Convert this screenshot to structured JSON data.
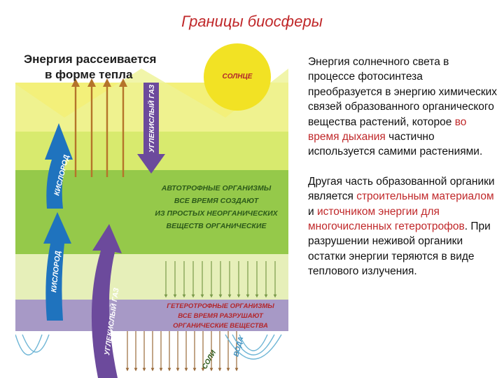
{
  "title": "Границы биосферы",
  "diagram": {
    "heat_label_line1": "Энергия рассеивается",
    "heat_label_line2": "в форме тепла",
    "sun_label": "СОЛНЦЕ",
    "co2_label_top": "УГЛЕКИСЛЫЙ ГАЗ",
    "co2_label_bottom": "УГЛЕКИСЛЫЙ ГАЗ",
    "oxygen_label_top": "КИСЛОРОД",
    "oxygen_label_bottom": "КИСЛОРОД",
    "salts_label": "СОЛИ",
    "water_label": "ВОДА",
    "autotroph_lines": [
      "АВТОТРОФНЫЕ ОРГАНИЗМЫ",
      "ВСЕ ВРЕМЯ СОЗДАЮТ",
      "ИЗ ПРОСТЫХ НЕОРГАНИЧЕСКИХ",
      "ВЕЩЕСТВ ОРГАНИЧЕСКИЕ"
    ],
    "heterotroph_lines": [
      "ГЕТЕРОТРОФНЫЕ ОРГАНИЗМЫ",
      "ВСЕ ВРЕМЯ РАЗРУШАЮТ",
      "ОРГАНИЧЕСКИЕ ВЕЩЕСТВА"
    ],
    "colors": {
      "yellow_band": "#f3f07a",
      "light_green_band": "#d8ea6e",
      "green_band": "#95c94a",
      "light_band": "#e6efb9",
      "violet_band": "#a799c6",
      "blue_arrow": "#1f73be",
      "violet_arrow": "#6c4a9c",
      "sun": "#f2e224",
      "heat_arrow": "#b5742a"
    }
  },
  "text": {
    "p1_a": "Энергия солнечного света в процессе фотосинтеза преобразуется в энергию химических связей образованного органического вещества растений, которое ",
    "p1_hl": "во время дыхания",
    "p1_b": " частично используется самими растениями.",
    "p2_a": "Другая часть образованной органики является ",
    "p2_hl1": "строительным материалом",
    "p2_b": " и ",
    "p2_hl2": "источником энергии для многочисленных гетеротрофов",
    "p2_c": ". При разрушении неживой органики остатки энергии теряются в виде теплового излучения."
  }
}
